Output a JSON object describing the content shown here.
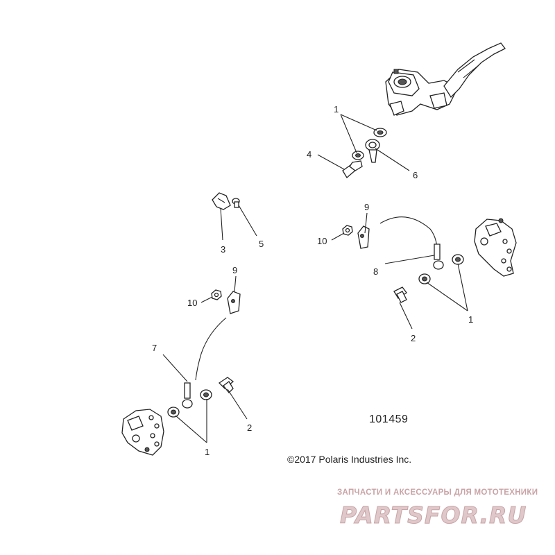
{
  "diagram": {
    "number": "101459",
    "copyright": "©2017 Polaris Industries Inc.",
    "callouts": [
      "1",
      "1",
      "1",
      "2",
      "2",
      "3",
      "4",
      "5",
      "6",
      "7",
      "8",
      "9",
      "9",
      "10",
      "10"
    ]
  },
  "watermark": {
    "tagline": "ЗАПЧАСТИ И АКСЕССУАРЫ ДЛЯ МОТОТЕХНИКИ",
    "logo_text": "PARTSFOR.RU",
    "color": "#c9a3a6"
  }
}
